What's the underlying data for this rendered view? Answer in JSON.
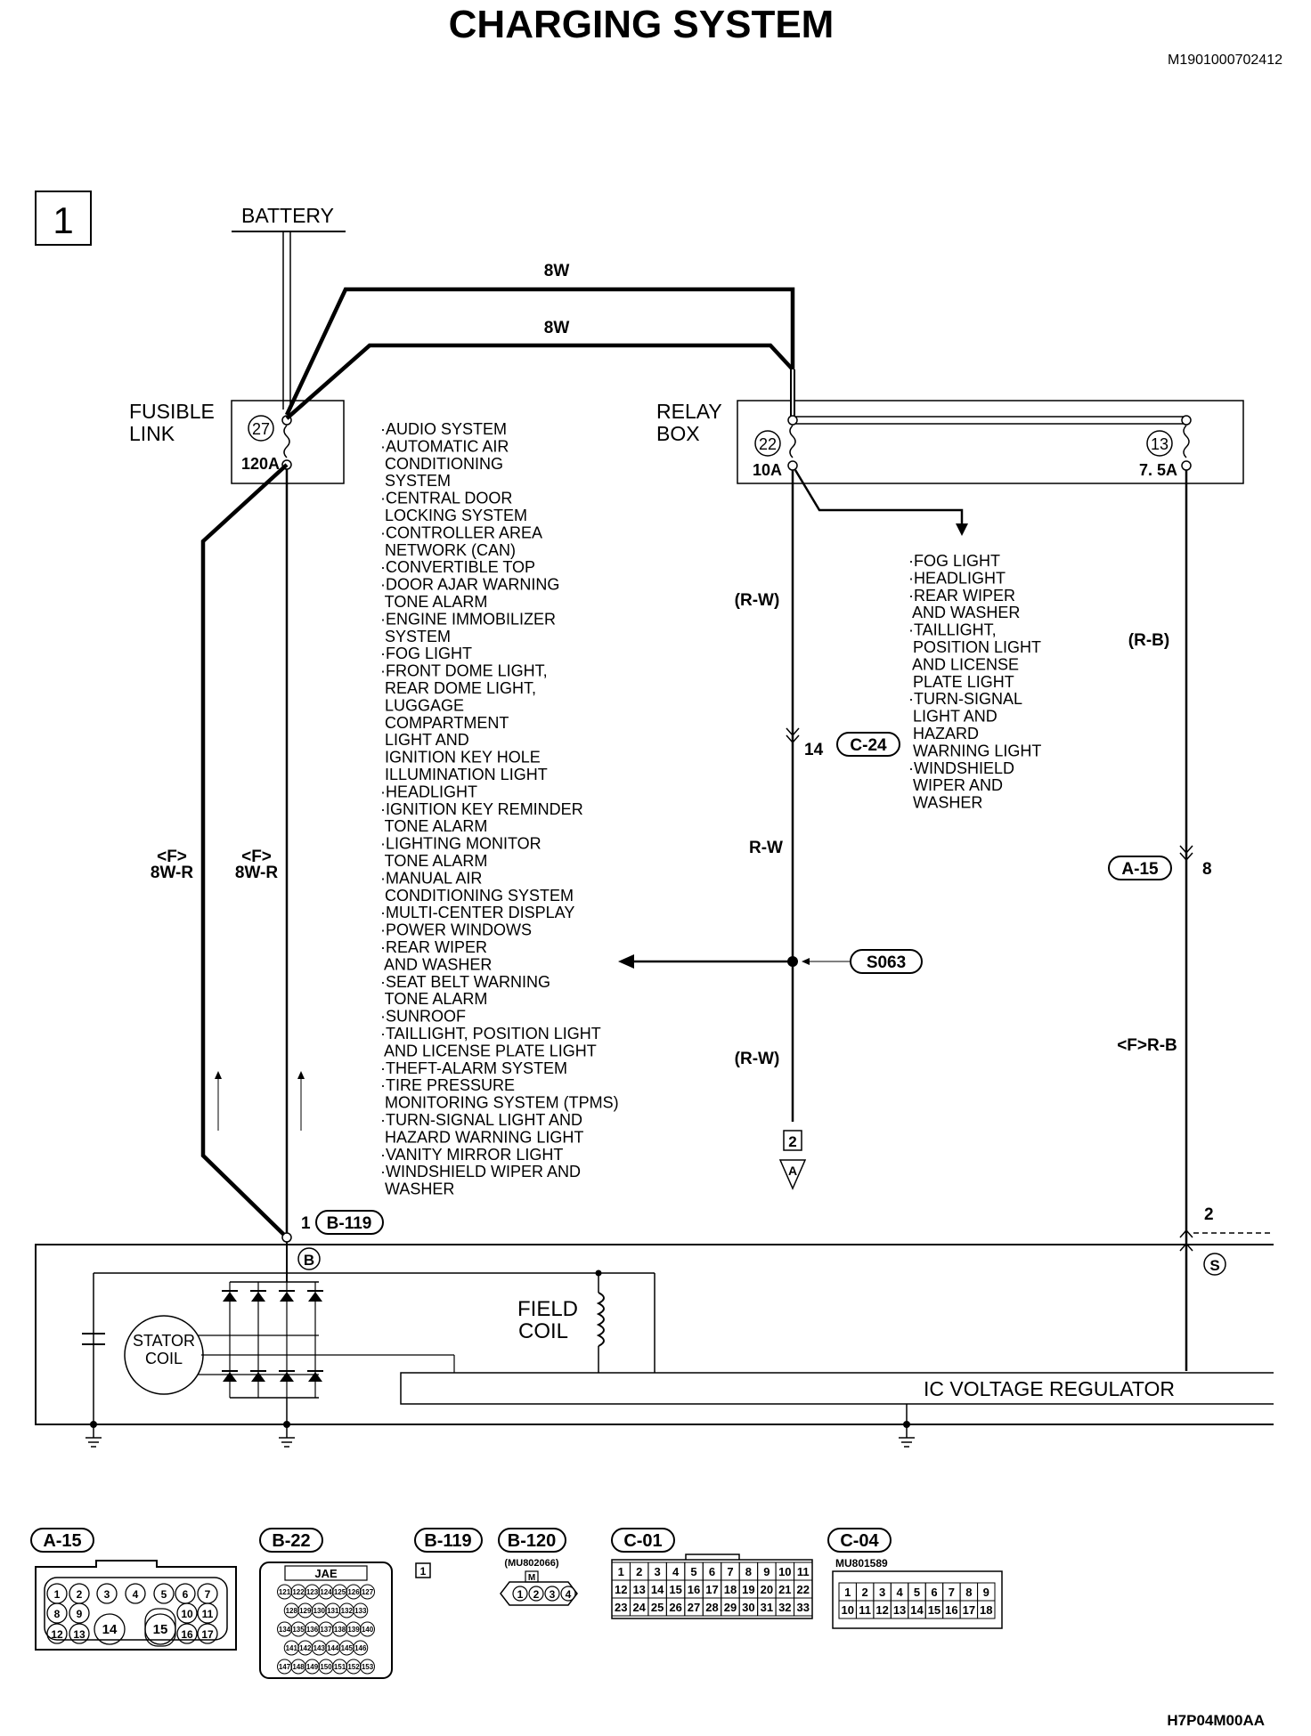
{
  "title": "CHARGING SYSTEM",
  "doc_id": "M1901000702412",
  "figure_id": "H7P04M00AA",
  "page_marker": "1",
  "battery_label": "BATTERY",
  "fusible_link": {
    "label_line1": "FUSIBLE",
    "label_line2": "LINK",
    "number": "27",
    "rating": "120A"
  },
  "relay_box": {
    "label_line1": "RELAY",
    "label_line2": "BOX",
    "fuse_a": {
      "number": "22",
      "rating": "10A"
    },
    "fuse_b": {
      "number": "13",
      "rating": "7. 5A"
    }
  },
  "wires": {
    "top1": "8W",
    "top2": "8W",
    "left_outer_f": "<F>",
    "left_outer": "8W-R",
    "left_inner_f": "<F>",
    "left_inner": "8W-R",
    "rw_paren_top": "(R-W)",
    "rw": "R-W",
    "rw_paren_bottom": "(R-W)",
    "rb_paren": "(R-B)",
    "rb_f": "<F>R-B"
  },
  "connectors": {
    "c24_pin": "14",
    "c24": "C-24",
    "a15": "A-15",
    "a15_pin": "8",
    "splice": "S063",
    "b119_pin": "1",
    "b119": "B-119",
    "s_pin": "2",
    "continue_num": "2",
    "continue_letter": "A"
  },
  "left_list": [
    "·AUDIO SYSTEM",
    "·AUTOMATIC AIR",
    " CONDITIONING",
    " SYSTEM",
    "·CENTRAL DOOR",
    " LOCKING SYSTEM",
    "·CONTROLLER AREA",
    " NETWORK (CAN)",
    "·CONVERTIBLE TOP",
    "·DOOR AJAR WARNING",
    " TONE ALARM",
    "·ENGINE IMMOBILIZER",
    " SYSTEM",
    "·FOG LIGHT",
    "·FRONT DOME LIGHT,",
    " REAR DOME LIGHT,",
    " LUGGAGE",
    " COMPARTMENT",
    " LIGHT AND",
    " IGNITION KEY HOLE",
    " ILLUMINATION LIGHT",
    "·HEADLIGHT",
    "·IGNITION KEY REMINDER",
    " TONE ALARM",
    "·LIGHTING MONITOR",
    " TONE ALARM",
    "·MANUAL AIR",
    " CONDITIONING SYSTEM",
    "·MULTI-CENTER DISPLAY",
    "·POWER WINDOWS",
    "·REAR WIPER",
    " AND WASHER",
    "·SEAT BELT WARNING",
    " TONE ALARM",
    "·SUNROOF",
    "·TAILLIGHT, POSITION LIGHT",
    " AND LICENSE PLATE LIGHT",
    "·THEFT-ALARM SYSTEM",
    "·TIRE PRESSURE",
    " MONITORING SYSTEM (TPMS)",
    "·TURN-SIGNAL LIGHT AND",
    " HAZARD WARNING LIGHT",
    "·VANITY MIRROR LIGHT",
    "·WINDSHIELD WIPER AND",
    " WASHER"
  ],
  "right_list": [
    "·FOG LIGHT",
    "·HEADLIGHT",
    "·REAR WIPER",
    " AND WASHER",
    "·TAILLIGHT,",
    " POSITION LIGHT",
    " AND LICENSE",
    " PLATE LIGHT",
    "·TURN-SIGNAL",
    " LIGHT AND",
    " HAZARD",
    " WARNING LIGHT",
    "·WINDSHIELD",
    " WIPER AND",
    " WASHER"
  ],
  "alternator": {
    "terminal_b": "B",
    "terminal_s": "S",
    "stator_line1": "STATOR",
    "stator_line2": "COIL",
    "field_line1": "FIELD",
    "field_line2": "COIL",
    "regulator": "IC VOLTAGE REGULATOR"
  },
  "connector_views": {
    "a15": {
      "label": "A-15",
      "pins": [
        "1",
        "2",
        "3",
        "4",
        "5",
        "6",
        "7",
        "8",
        "9",
        "10",
        "11",
        "12",
        "13",
        "14",
        "15",
        "16",
        "17"
      ]
    },
    "b22": {
      "label": "B-22",
      "maker": "JAE",
      "pins": [
        "121",
        "122",
        "123",
        "124",
        "125",
        "126",
        "127",
        "128",
        "129",
        "130",
        "131",
        "132",
        "133",
        "134",
        "135",
        "136",
        "137",
        "138",
        "139",
        "140",
        "141",
        "142",
        "143",
        "144",
        "145",
        "146",
        "147",
        "148",
        "149",
        "150",
        "151",
        "152",
        "153"
      ]
    },
    "b119": {
      "label": "B-119",
      "pins": [
        "1"
      ]
    },
    "b120": {
      "label": "B-120",
      "part": "(MU802066)",
      "tag": "M",
      "pins": [
        "1",
        "2",
        "3",
        "4"
      ]
    },
    "c01": {
      "label": "C-01",
      "pins": [
        "1",
        "2",
        "3",
        "4",
        "5",
        "6",
        "7",
        "8",
        "9",
        "10",
        "11",
        "12",
        "13",
        "14",
        "15",
        "16",
        "17",
        "18",
        "19",
        "20",
        "21",
        "22",
        "23",
        "24",
        "25",
        "26",
        "27",
        "28",
        "29",
        "30",
        "31",
        "32",
        "33"
      ]
    },
    "c04": {
      "label": "C-04",
      "part": "MU801589",
      "pins": [
        "1",
        "2",
        "3",
        "4",
        "5",
        "6",
        "7",
        "8",
        "9",
        "10",
        "11",
        "12",
        "13",
        "14",
        "15",
        "16",
        "17",
        "18"
      ]
    }
  }
}
